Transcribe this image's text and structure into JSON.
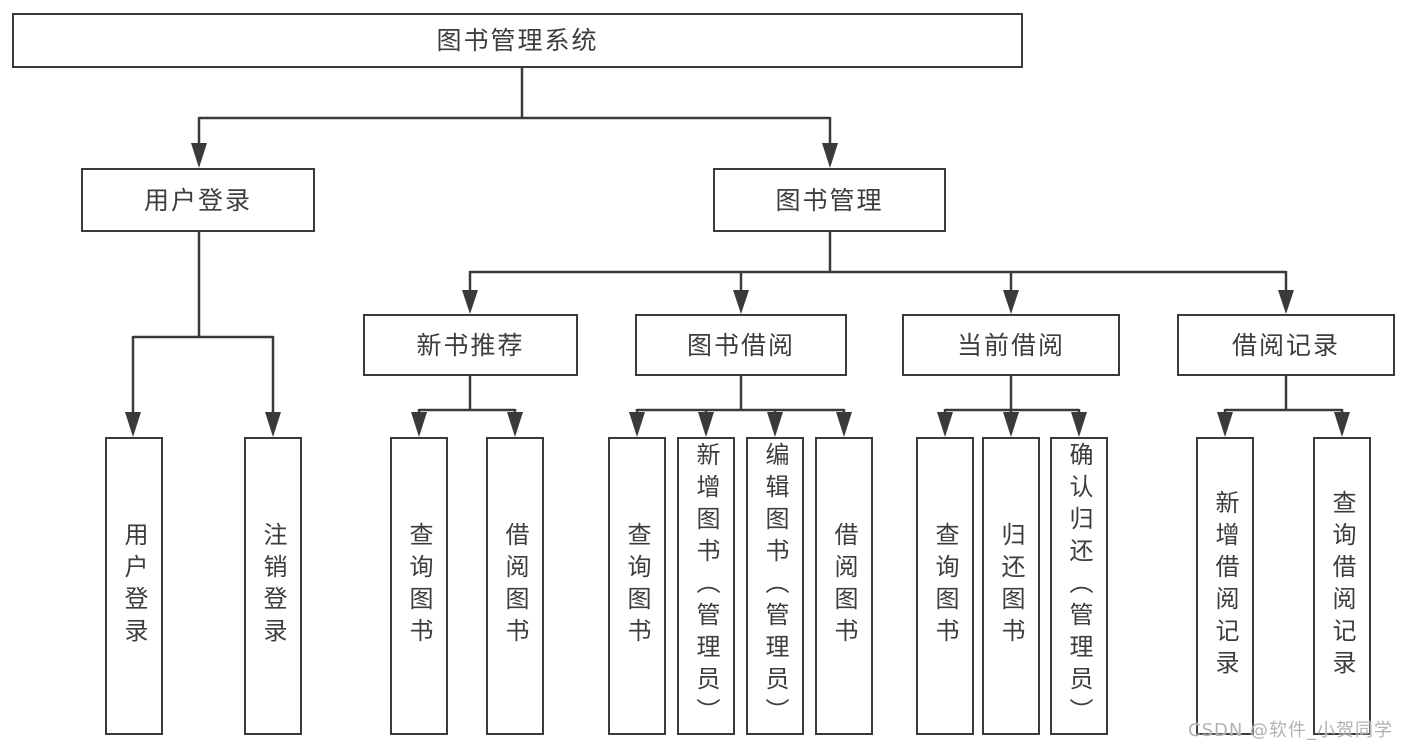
{
  "watermark": "CSDN @软件_小贺同学",
  "colors": {
    "line": "#3a3a3a",
    "box_border": "#3a3a3a",
    "text": "#3d3d3d",
    "background": "#ffffff",
    "watermark_text": "#b3b3b3"
  },
  "tree": {
    "label": "图书管理系统",
    "children": [
      {
        "label": "用户登录",
        "children": [
          {
            "label": "用户登录"
          },
          {
            "label": "注销登录"
          }
        ]
      },
      {
        "label": "图书管理",
        "children": [
          {
            "label": "新书推荐",
            "children": [
              {
                "label": "查询图书"
              },
              {
                "label": "借阅图书"
              }
            ]
          },
          {
            "label": "图书借阅",
            "children": [
              {
                "label": "查询图书"
              },
              {
                "label": "新增图书（管理员）"
              },
              {
                "label": "编辑图书（管理员）"
              },
              {
                "label": "借阅图书"
              }
            ]
          },
          {
            "label": "当前借阅",
            "children": [
              {
                "label": "查询图书"
              },
              {
                "label": "归还图书"
              },
              {
                "label": "确认归还（管理员）"
              }
            ]
          },
          {
            "label": "借阅记录",
            "children": [
              {
                "label": "新增借阅记录"
              },
              {
                "label": "查询借阅记录"
              }
            ]
          }
        ]
      }
    ]
  }
}
